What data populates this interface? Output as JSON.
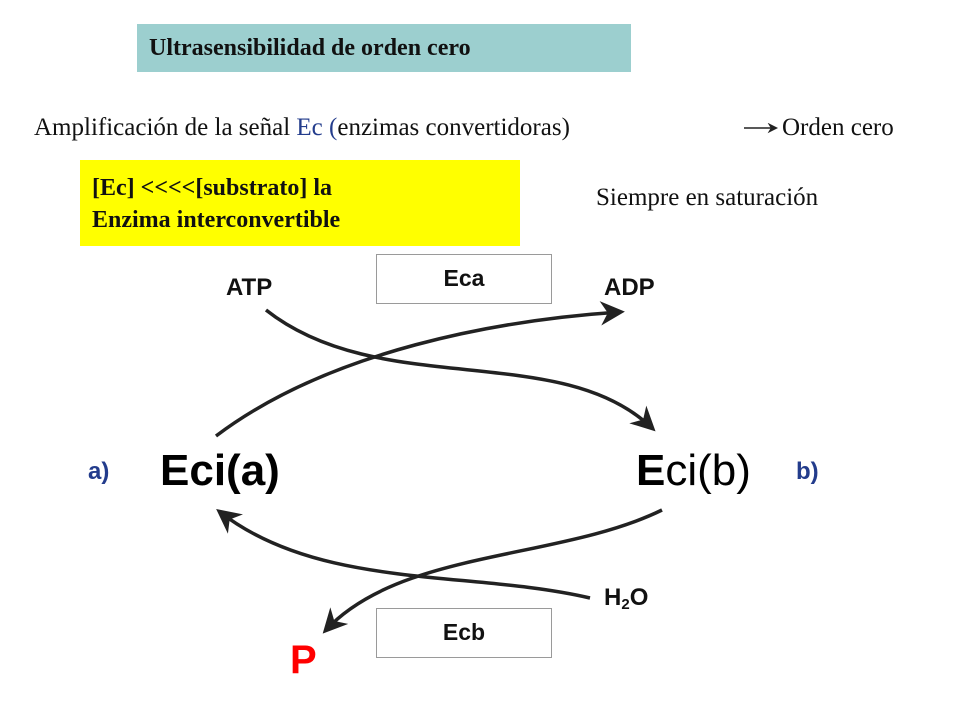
{
  "title": "Ultrasensibilidad de orden cero",
  "amplification": {
    "label": "Amplificación de la señal",
    "ec_prefix": "Ec (",
    "ec_desc": "enzimas convertidoras)",
    "result": "Orden cero"
  },
  "yellow_box": {
    "line1": "[Ec] <<<<[substrato] la",
    "line2": "Enzima interconvertible"
  },
  "saturation": "Siempre en saturación",
  "enzymes": {
    "top": "Eca",
    "bottom": "Ecb"
  },
  "substrates": {
    "atp": "ATP",
    "adp": "ADP",
    "h2o_main": "H",
    "h2o_sub": "2",
    "h2o_tail": "O",
    "p": "P"
  },
  "states": {
    "eci_a": "Eci(a)",
    "eci_b_first": "E",
    "eci_b_rest": "ci(b)",
    "label_a": "a)",
    "label_b": "b)"
  },
  "colors": {
    "title_bg": "#9ccfcf",
    "highlight_bg": "#ffff00",
    "accent_blue": "#233c8c",
    "product_red": "#ff0000",
    "arrow": "#222222"
  }
}
